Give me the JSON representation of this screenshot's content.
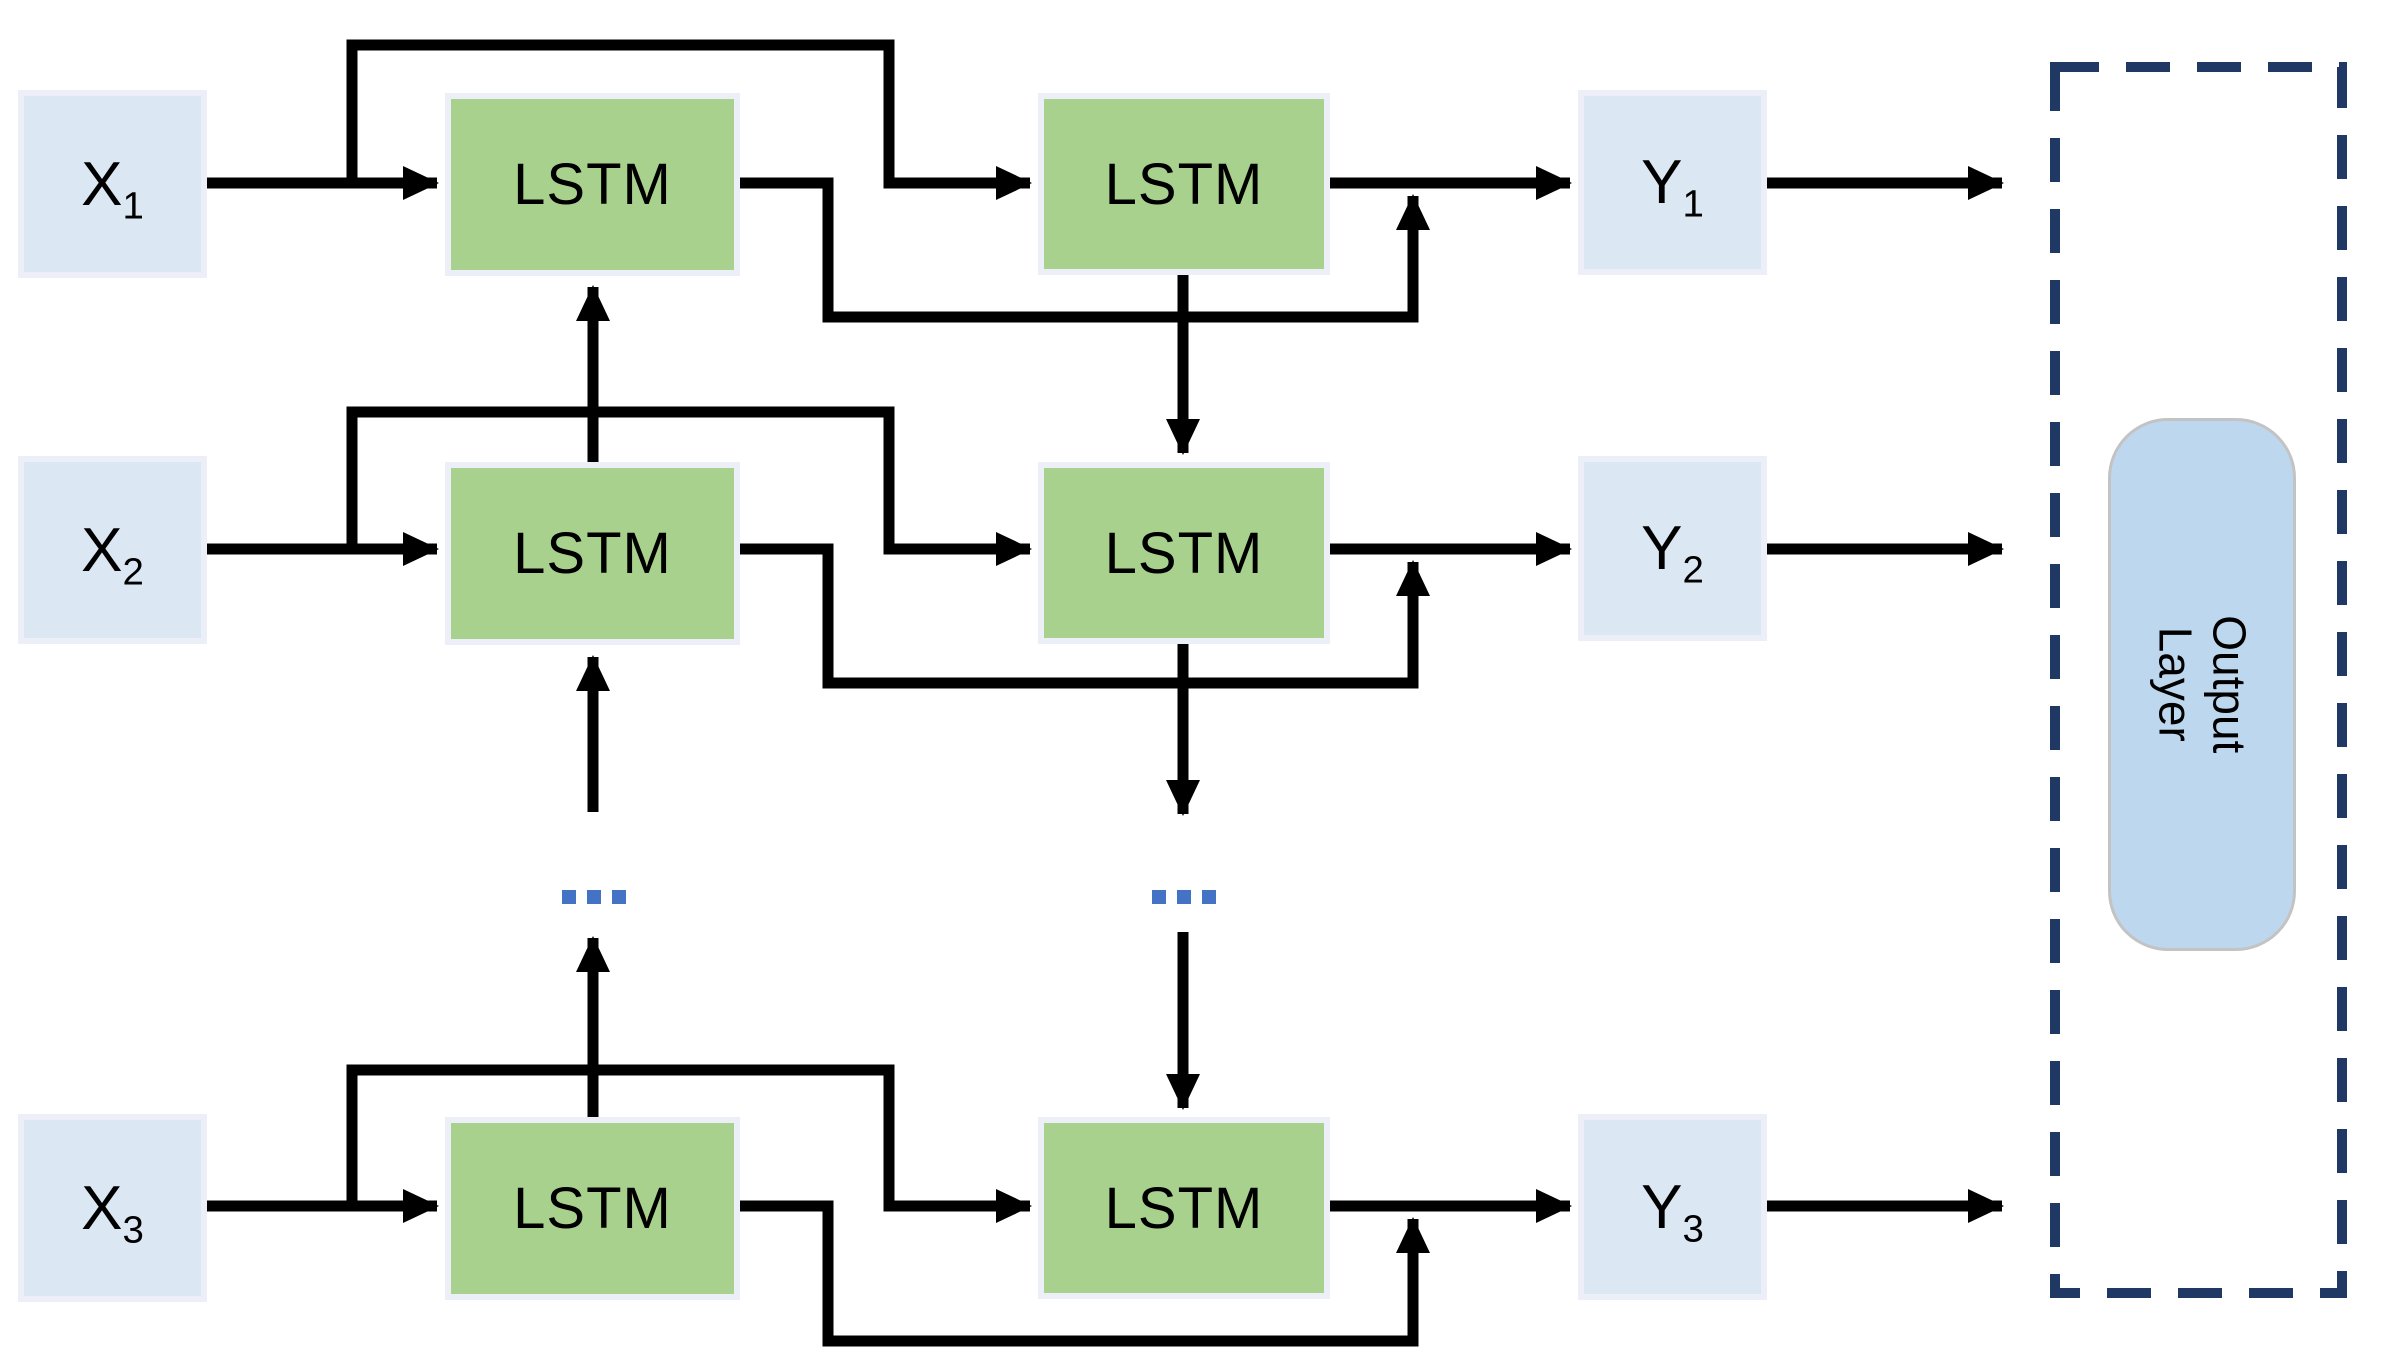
{
  "diagram": {
    "type": "stacked-lstm-network-architecture",
    "inputs": [
      {
        "label": "X",
        "sub": "1"
      },
      {
        "label": "X",
        "sub": "2"
      },
      {
        "label": "X",
        "sub": "3"
      }
    ],
    "lstm_rows": [
      {
        "cells": [
          "LSTM",
          "LSTM"
        ]
      },
      {
        "cells": [
          "LSTM",
          "LSTM"
        ]
      },
      {
        "cells": [
          "LSTM",
          "LSTM"
        ]
      }
    ],
    "outputs": [
      {
        "label": "Y",
        "sub": "1"
      },
      {
        "label": "Y",
        "sub": "2"
      },
      {
        "label": "Y",
        "sub": "3"
      }
    ],
    "output_layer": {
      "line1": "Output",
      "line2": "Layer"
    },
    "ellipsis": "...",
    "colors": {
      "lstm_fill": "#a9d18e",
      "io_fill": "#dbe7f3",
      "box_border": "#eceff7",
      "output_layer_fill": "#bdd7ee",
      "output_layer_border": "#c3c3c3",
      "dashed_frame": "#1f3864",
      "connector": "#000000",
      "ellipsis_dots": "#4472c4"
    }
  }
}
